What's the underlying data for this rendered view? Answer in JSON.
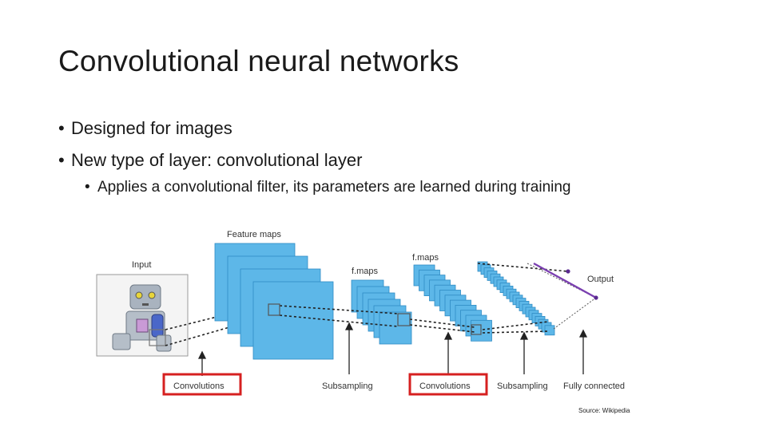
{
  "slide": {
    "title": "Convolutional neural networks",
    "bullets": [
      "Designed for images",
      "New type of layer: convolutional layer"
    ],
    "sub_bullet": "Applies a convolutional filter, its parameters are learned during training",
    "bullet_glyph": "•",
    "source": "Source: Wikipedia"
  },
  "diagram": {
    "labels": {
      "input": "Input",
      "feature_maps": "Feature maps",
      "fmaps1": "f.maps",
      "fmaps2": "f.maps",
      "output": "Output",
      "conv1": "Convolutions",
      "subsampling1": "Subsampling",
      "conv2": "Convolutions",
      "subsampling2": "Subsampling",
      "fully_connected": "Fully connected"
    },
    "colors": {
      "map_fill": "#5db7e8",
      "map_stroke": "#2f8bc4",
      "highlight_box": "#d62020",
      "output_line": "#7a3fb0"
    }
  }
}
